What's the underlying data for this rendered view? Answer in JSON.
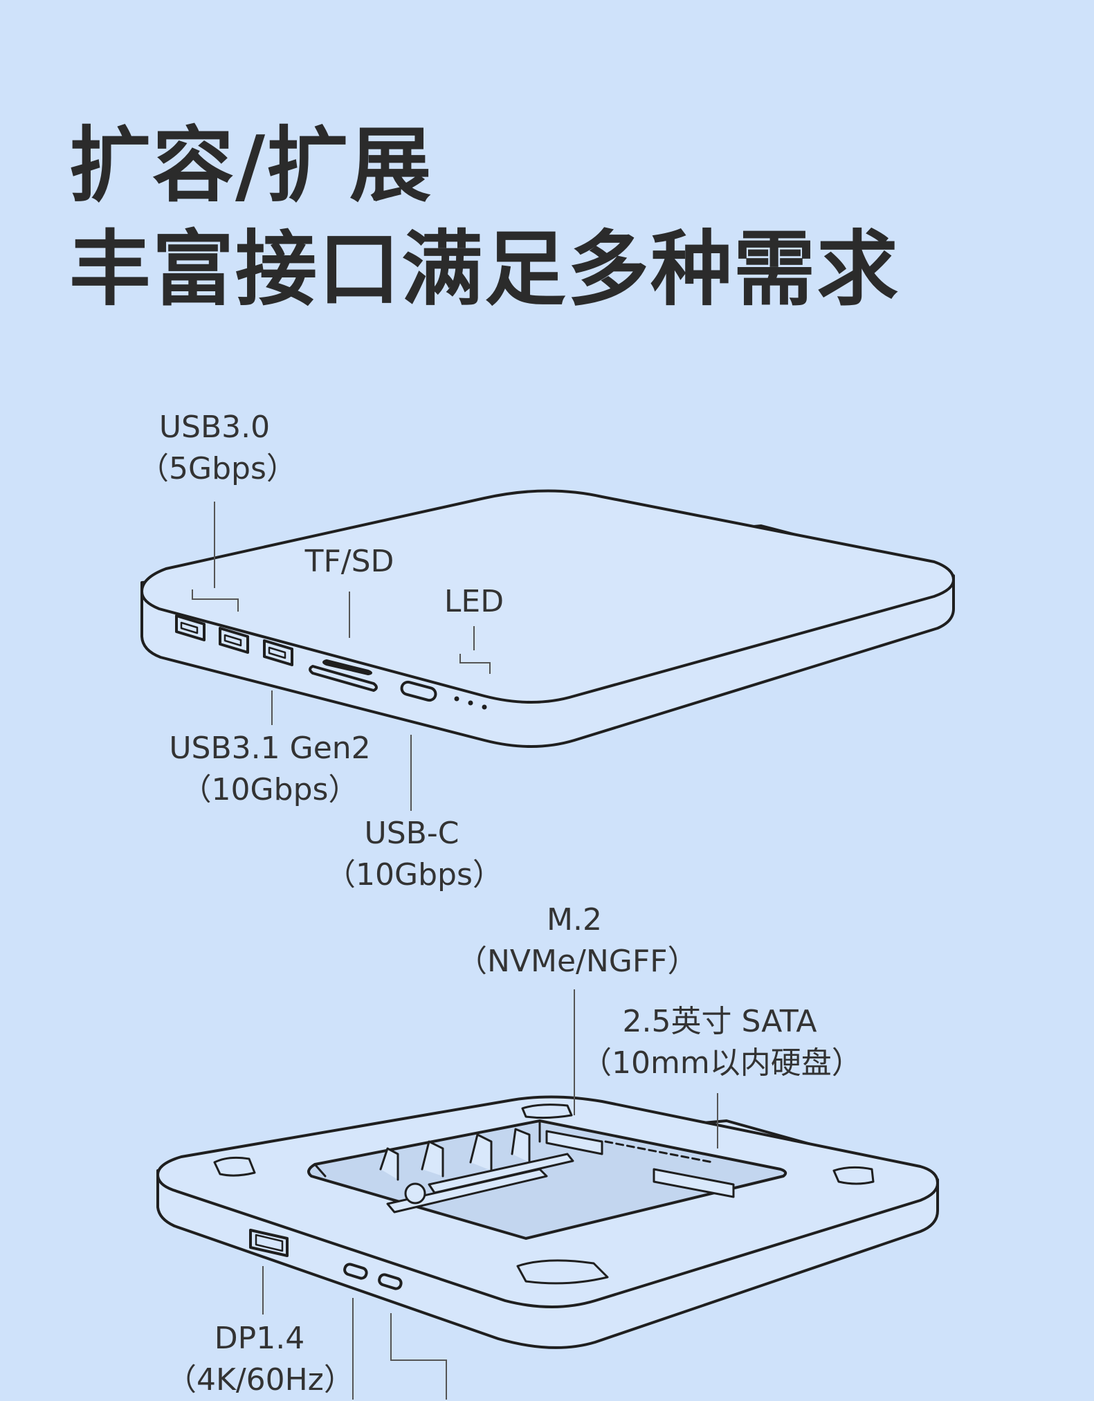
{
  "headline": {
    "line1": "扩容/扩展",
    "line2": "丰富接口满足多种需求"
  },
  "labels": {
    "usb30": {
      "name": "USB3.0",
      "speed": "（5Gbps）"
    },
    "tfsd": {
      "name": "TF/SD"
    },
    "led": {
      "name": "LED"
    },
    "usb31": {
      "name": "USB3.1 Gen2",
      "speed": "（10Gbps）"
    },
    "usbc": {
      "name": "USB-C",
      "speed": "（10Gbps）"
    },
    "m2": {
      "name": "M.2",
      "speed": "（NVMe/NGFF）"
    },
    "sata": {
      "name": "2.5英寸 SATA",
      "speed": "（10mm以内硬盘）"
    },
    "dp": {
      "name": "DP1.4",
      "speed": "（4K/60Hz）"
    }
  },
  "colors": {
    "background": "#cfe2fa",
    "device_fill": "#d6e6fb",
    "outline": "#1f1f1f"
  }
}
